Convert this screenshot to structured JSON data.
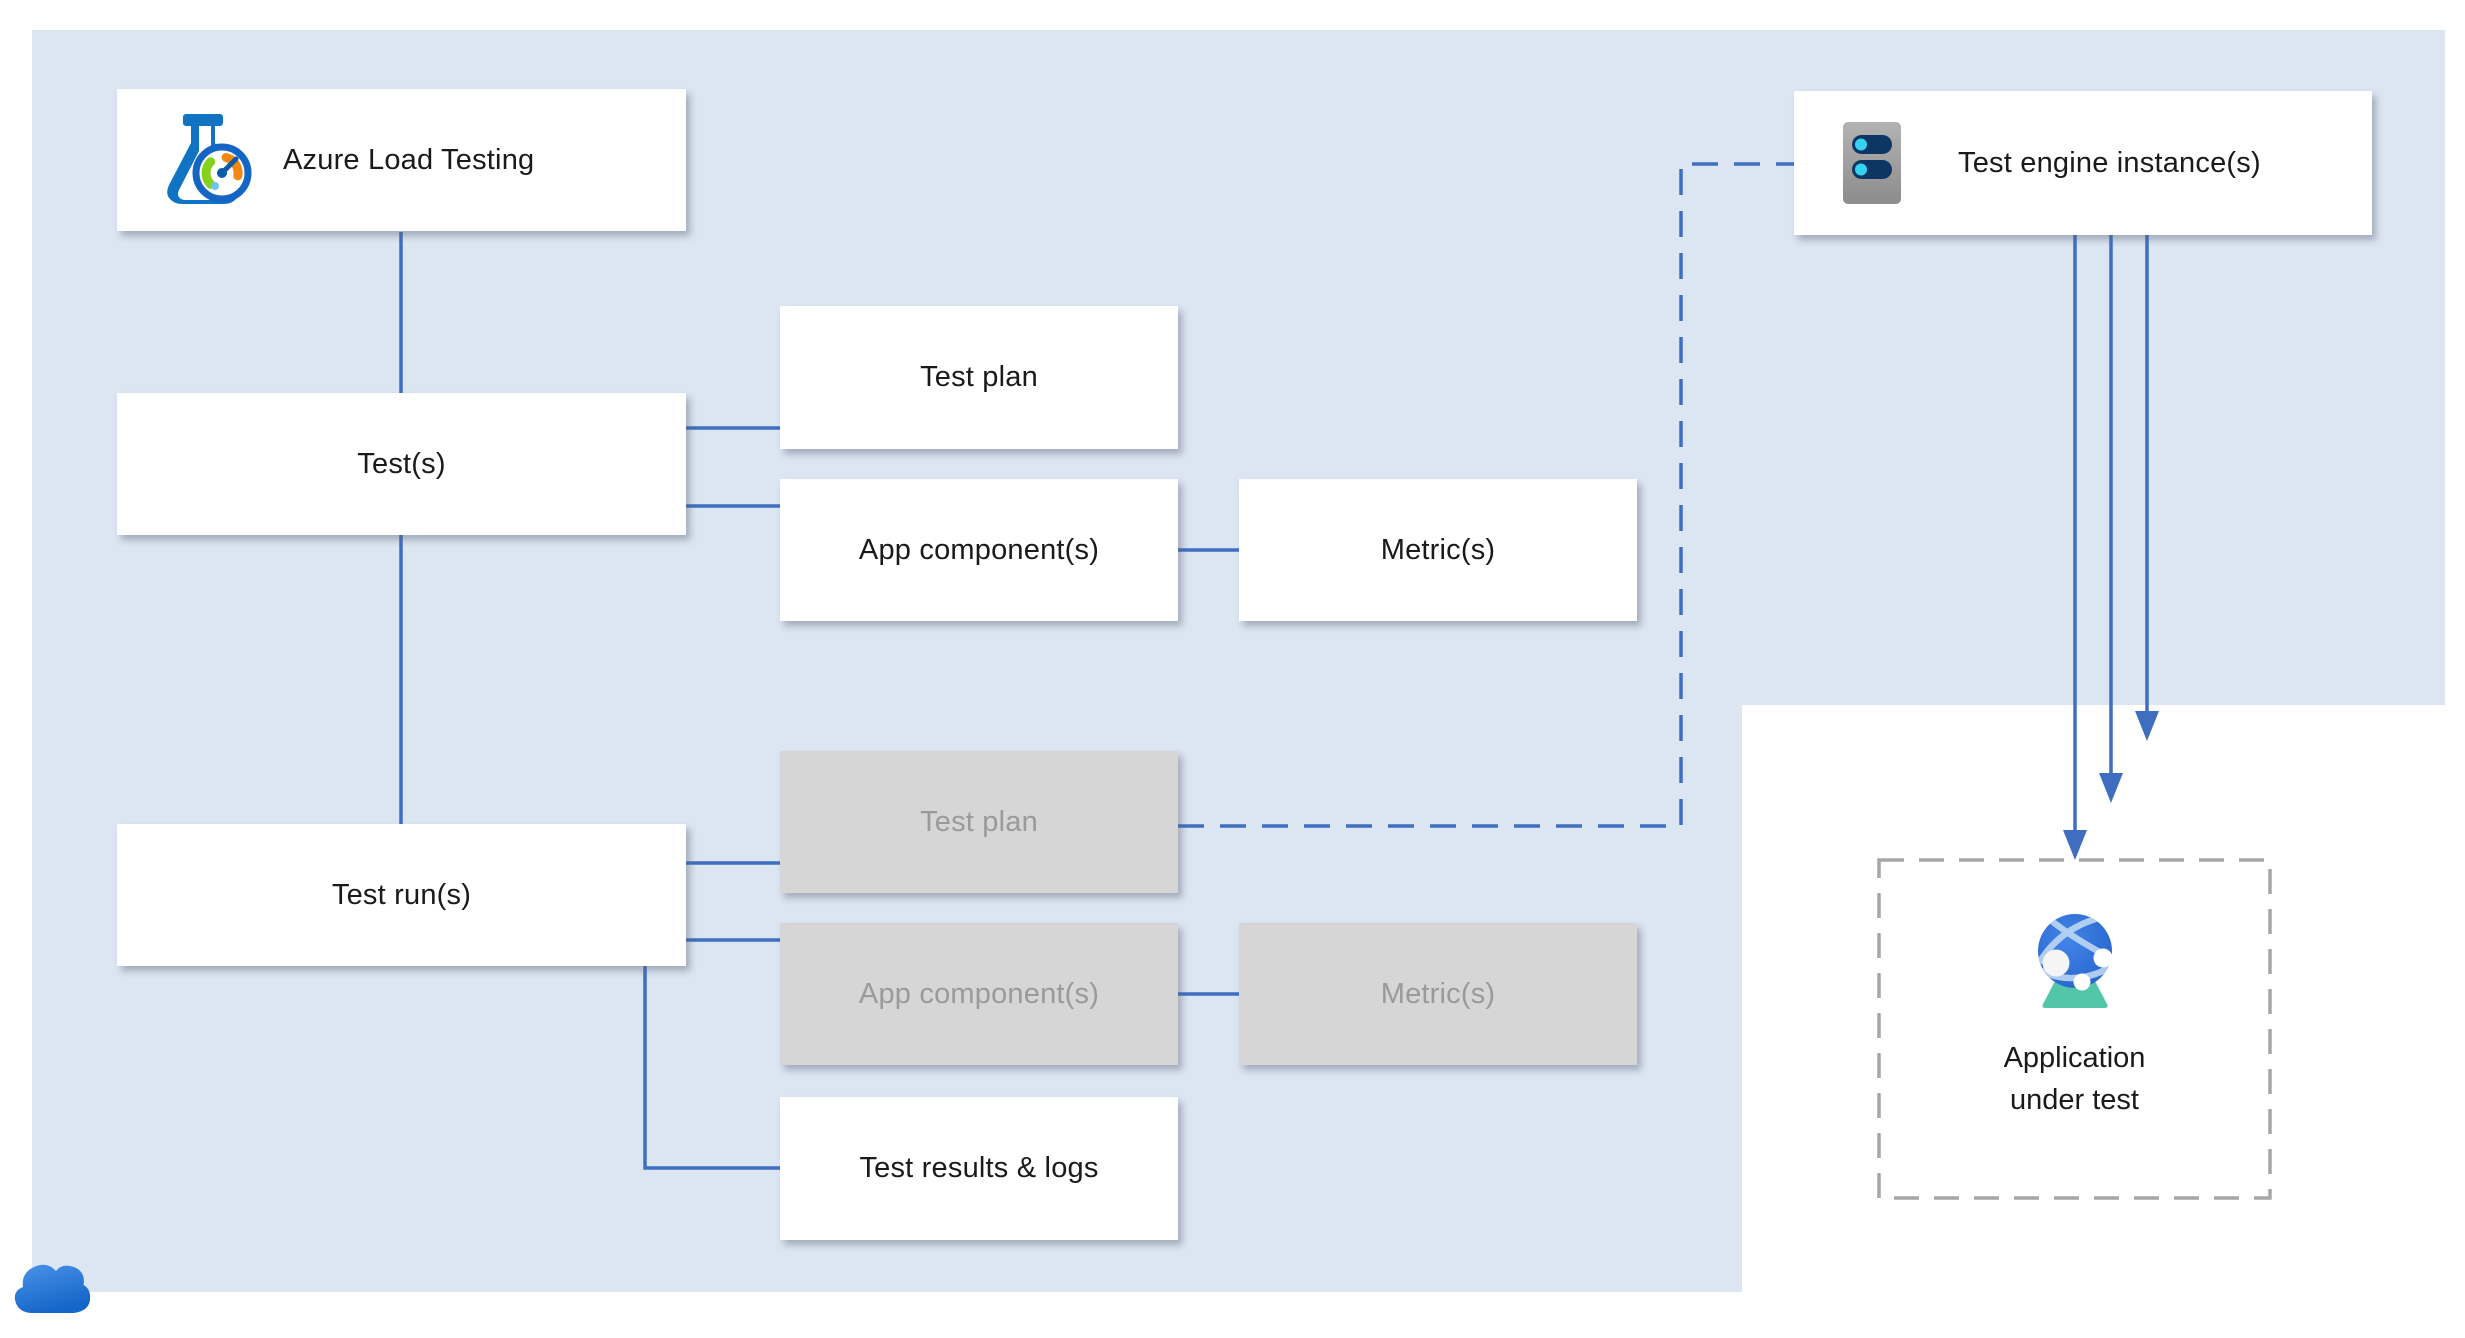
{
  "diagram": {
    "description": "Azure Load Testing architecture diagram",
    "nodes": {
      "azure": {
        "label": "Azure Load Testing"
      },
      "tests": {
        "label": "Test(s)"
      },
      "test_plan": {
        "label": "Test plan"
      },
      "app_components": {
        "label": "App component(s)"
      },
      "metrics": {
        "label": "Metric(s)"
      },
      "test_runs": {
        "label": "Test run(s)"
      },
      "run_test_plan": {
        "label": "Test plan"
      },
      "run_app_components": {
        "label": "App component(s)"
      },
      "run_metrics": {
        "label": "Metric(s)"
      },
      "test_results": {
        "label": "Test results & logs"
      },
      "test_engine": {
        "label": "Test engine instance(s)"
      },
      "application": {
        "label_line1": "Application",
        "label_line2": "under test"
      }
    },
    "icons": {
      "azure": "load-testing-flask-gauge-icon",
      "test_engine": "server-icon",
      "application": "globe-app-service-icon",
      "corner": "cloud-icon"
    },
    "colors": {
      "accent_blue": "#3f6ec0",
      "background_blue": "#dce6f3",
      "gray_fill": "#d6d6d6",
      "gray_text": "#9a9a9a",
      "dashed_border": "#a6a6a6",
      "flask_blue": "#1173c4",
      "gauge_orange": "#f2880f",
      "gauge_green": "#86d01e",
      "server_navy": "#0e3665",
      "server_cyan": "#35d3ef",
      "globe_blue": "#2e6fd6",
      "base_teal": "#53c6aa"
    }
  }
}
